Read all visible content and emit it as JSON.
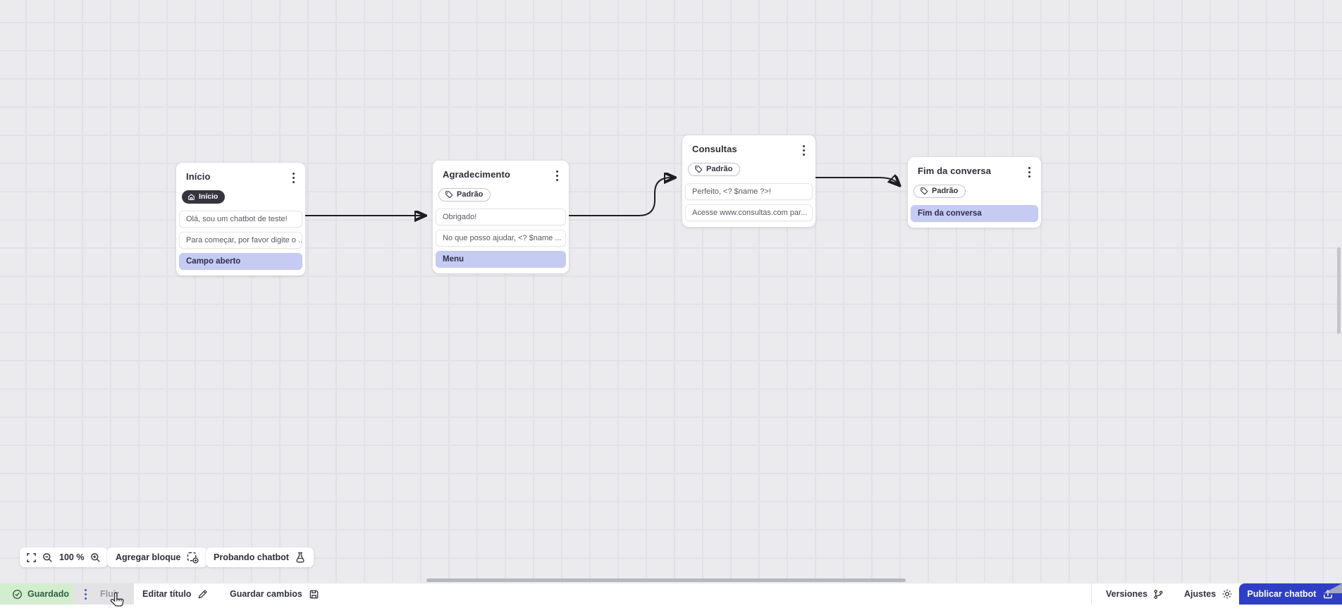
{
  "canvas": {
    "nodes": [
      {
        "id": "inicio",
        "title": "Início",
        "badge": "Início",
        "items": [
          {
            "text": "Olá, sou um chatbot de teste!",
            "type": "message"
          },
          {
            "text": "Para começar, por favor digite o ...",
            "type": "message"
          },
          {
            "text": "Campo aberto",
            "type": "action"
          }
        ]
      },
      {
        "id": "agradecimento",
        "title": "Agradecimento",
        "tag": "Padrão",
        "items": [
          {
            "text": "Obrigado!",
            "type": "message"
          },
          {
            "text": "No que posso ajudar, <? $name ...",
            "type": "message"
          },
          {
            "text": "Menu",
            "type": "action"
          }
        ]
      },
      {
        "id": "consultas",
        "title": "Consultas",
        "tag": "Padrão",
        "items": [
          {
            "text": "Perfeito, <? $name ?>!",
            "type": "message"
          },
          {
            "text": "Acesse www.consultas.com par...",
            "type": "message"
          }
        ]
      },
      {
        "id": "fim",
        "title": "Fim da conversa",
        "tag": "Padrão",
        "items": [
          {
            "text": "Fim da conversa",
            "type": "action"
          }
        ]
      }
    ]
  },
  "toolbar": {
    "zoom_level": "100 %",
    "add_block_label": "Agregar bloque",
    "test_chatbot_label": "Probando chatbot"
  },
  "footer": {
    "saved_label": "Guardado",
    "flow_tab_label": "Fluir",
    "edit_title_label": "Editar título",
    "save_changes_label": "Guardar cambios",
    "versions_label": "Versiones",
    "settings_label": "Ajustes",
    "publish_label": "Publicar chatbot"
  },
  "colors": {
    "accent_blue": "#2e3fc5",
    "highlight_lavender": "#c5cbf1",
    "saved_green_bg": "#d3eecf",
    "saved_green_text": "#2f5e40",
    "badge_dark": "#36343f",
    "wire_black": "#1c1c22",
    "canvas_bg": "#ebebee"
  }
}
